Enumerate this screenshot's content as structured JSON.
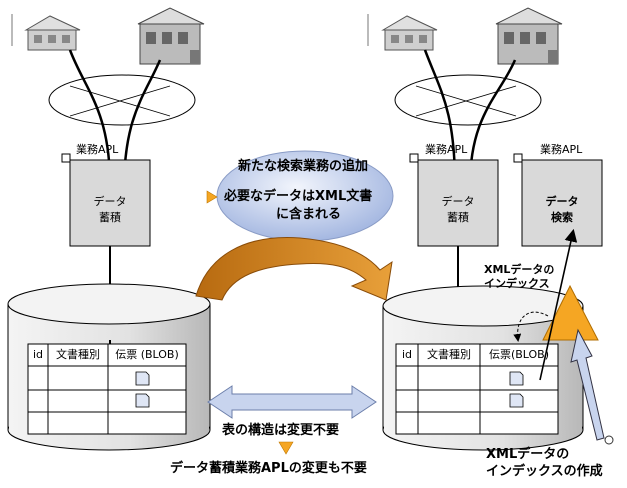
{
  "left": {
    "apl_label": "業務APL",
    "box_line1": "データ",
    "box_line2": "蓄積",
    "table": {
      "headers": [
        "id",
        "文書種別",
        "伝票 (BLOB)"
      ]
    }
  },
  "right": {
    "apl1_label": "業務APL",
    "apl2_label": "業務APL",
    "box1_line1": "データ",
    "box1_line2": "蓄積",
    "box2_line1": "データ",
    "box2_line2": "検索",
    "table": {
      "headers": [
        "id",
        "文書種別",
        "伝票(BLOB)"
      ]
    },
    "index_label_line1": "XMLデータの",
    "index_label_line2": "インデックス",
    "create_label_line1": "XMLデータの",
    "create_label_line2": "インデックスの作成"
  },
  "center": {
    "title": "新たな検索業務の追加",
    "point_line1": "必要なデータはXML文書",
    "point_line2": "に含まれる",
    "note1": "表の構造は変更不要",
    "note2": "データ蓄積業務APLの変更も不要"
  },
  "colors": {
    "box_fill": "#d9d9d9",
    "cyl_fill": "#e8e8e8",
    "ellipse_fill": "#c5d4f2",
    "orange": "#f5a623",
    "brown_arrow": "#c47a1a",
    "blue_arrow": "#c8d4ee"
  }
}
